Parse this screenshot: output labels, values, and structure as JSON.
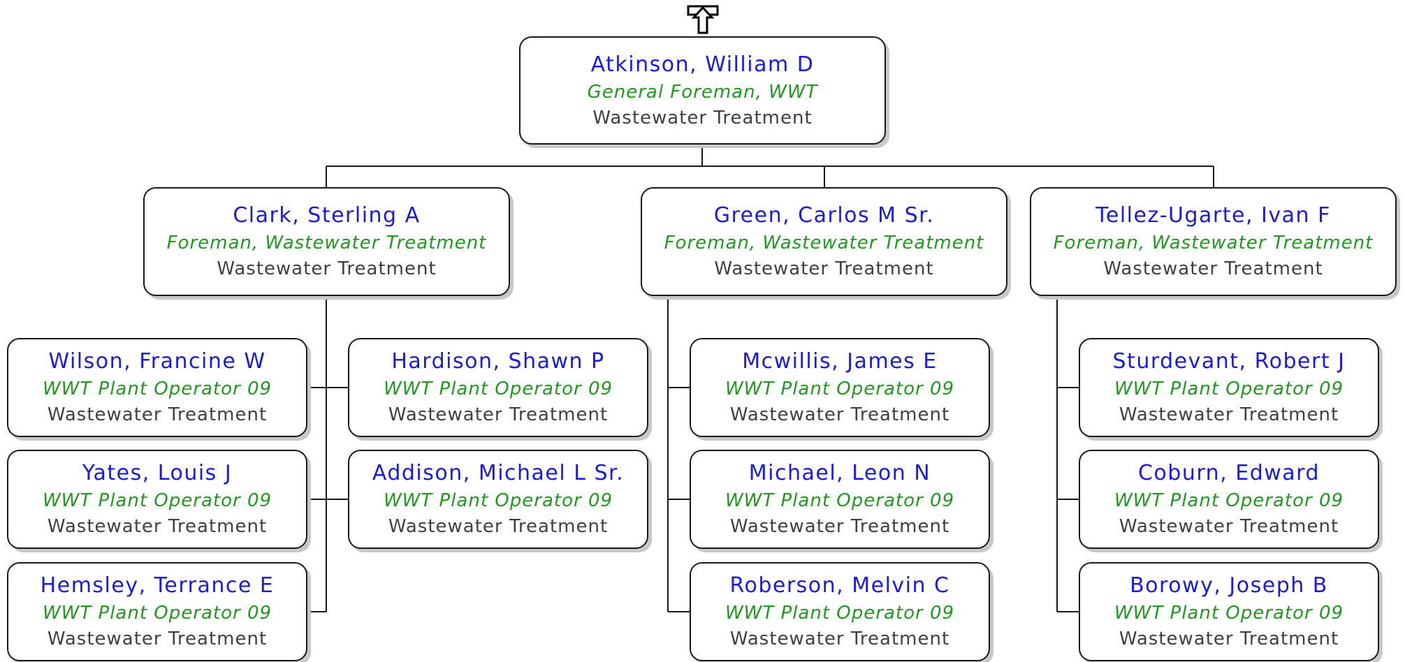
{
  "colors": {
    "name": "#1a1ae6",
    "title": "#1e9a1e",
    "department": "#404040",
    "connector": "#1a1a1a",
    "shadow": "#c8c8c8"
  },
  "nav": {
    "up_icon": "up-arrow-icon"
  },
  "root": {
    "name": "Atkinson, William D",
    "title": "General Foreman, WWT",
    "department": "Wastewater Treatment"
  },
  "foremen": [
    {
      "name": "Clark, Sterling A",
      "title": "Foreman, Wastewater Treatment",
      "department": "Wastewater Treatment"
    },
    {
      "name": "Green, Carlos M Sr.",
      "title": "Foreman, Wastewater Treatment",
      "department": "Wastewater Treatment"
    },
    {
      "name": "Tellez-Ugarte, Ivan F",
      "title": "Foreman, Wastewater Treatment",
      "department": "Wastewater Treatment"
    }
  ],
  "operators": [
    {
      "name": "Wilson, Francine W",
      "title": "WWT Plant Operator 09",
      "department": "Wastewater Treatment"
    },
    {
      "name": "Yates, Louis J",
      "title": "WWT Plant Operator 09",
      "department": "Wastewater Treatment"
    },
    {
      "name": "Hemsley, Terrance E",
      "title": "WWT Plant Operator 09",
      "department": "Wastewater Treatment"
    },
    {
      "name": "Hardison, Shawn P",
      "title": "WWT Plant Operator 09",
      "department": "Wastewater Treatment"
    },
    {
      "name": "Addison, Michael L Sr.",
      "title": "WWT Plant Operator 09",
      "department": "Wastewater Treatment"
    },
    {
      "name": "Mcwillis, James E",
      "title": "WWT Plant Operator 09",
      "department": "Wastewater Treatment"
    },
    {
      "name": "Michael, Leon N",
      "title": "WWT Plant Operator 09",
      "department": "Wastewater Treatment"
    },
    {
      "name": "Roberson, Melvin C",
      "title": "WWT Plant Operator 09",
      "department": "Wastewater Treatment"
    },
    {
      "name": "Sturdevant, Robert J",
      "title": "WWT Plant Operator 09",
      "department": "Wastewater Treatment"
    },
    {
      "name": "Coburn, Edward",
      "title": "WWT Plant Operator 09",
      "department": "Wastewater Treatment"
    },
    {
      "name": "Borowy, Joseph B",
      "title": "WWT Plant Operator 09",
      "department": "Wastewater Treatment"
    }
  ]
}
